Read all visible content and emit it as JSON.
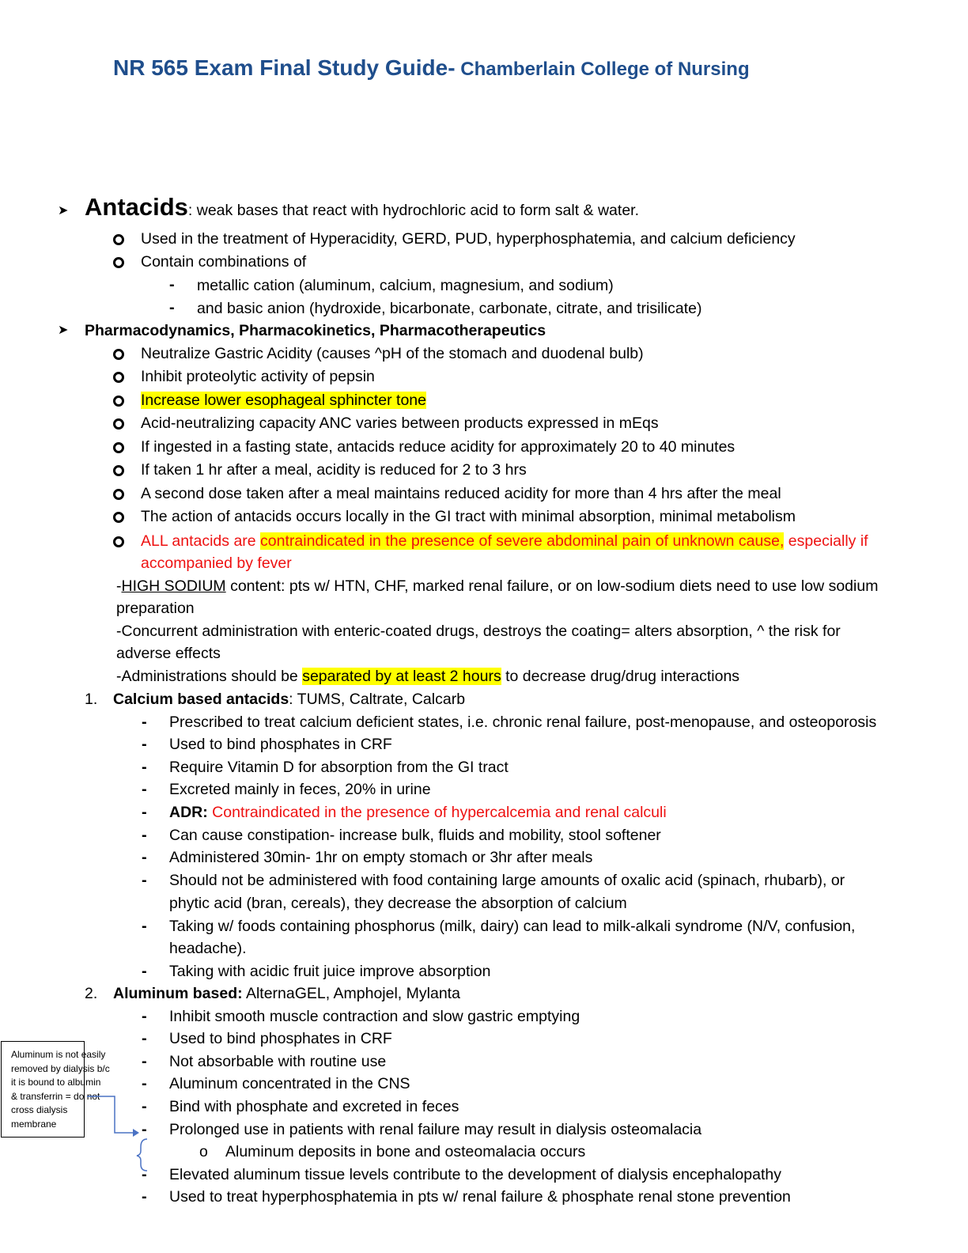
{
  "header": {
    "title_main": "NR 565 Exam Final Study Guide-",
    "title_sub": " Chamberlain College of Nursing"
  },
  "antacids": {
    "heading": "Antacids",
    "definition": ": weak bases that react with hydrochloric acid to form salt & water.",
    "points": [
      "Used in the treatment of Hyperacidity, GERD, PUD, hyperphosphatemia, and calcium deficiency",
      "Contain combinations of"
    ],
    "subpoints": [
      "metallic cation (aluminum, calcium, magnesium, and sodium)",
      "and basic anion (hydroxide, bicarbonate, carbonate, citrate, and trisilicate)"
    ]
  },
  "pharm": {
    "heading": "Pharmacodynamics, Pharmacokinetics, Pharmacotherapeutics",
    "points": [
      "Neutralize Gastric Acidity (causes ^pH of the stomach and duodenal bulb)",
      "Inhibit proteolytic activity of pepsin",
      "Increase lower esophageal sphincter tone",
      "Acid-neutralizing capacity ANC varies between products expressed in mEqs",
      "If ingested in a fasting state, antacids reduce acidity for approximately 20 to 40 minutes",
      "If taken 1 hr after a meal, acidity is reduced for 2 to 3 hrs",
      "A second dose taken after a meal maintains reduced acidity for more than 4 hrs after the meal",
      "The action of antacids occurs locally in the GI tract with minimal absorption, minimal metabolism"
    ],
    "warning_a": "ALL antacids are ",
    "warning_b": "contraindicated in the presence of severe abdominal pain of unknown cause,",
    "warning_c": " especially if",
    "warning_d": "accompanied by fever",
    "sodium_dash": "-",
    "sodium_ul": "HIGH SODIUM",
    "sodium_rest": " content: pts w/ HTN, CHF, marked renal failure, or on low-sodium diets need to use low sodium",
    "sodium_rest2": "preparation",
    "enteric_1": "-Concurrent administration with enteric-coated drugs, destroys the coating= alters absorption, ^ the risk for",
    "enteric_2": "adverse effects",
    "admin_a": "-Administrations should be ",
    "admin_b": "separated by at least 2 hours",
    "admin_c": " to decrease drug/drug interactions"
  },
  "calcium": {
    "number": "1.",
    "heading": "Calcium based antacids",
    "brands": ": TUMS, Caltrate, Calcarb",
    "items": [
      "Prescribed to treat calcium deficient states, i.e. chronic renal failure, post-menopause, and osteoporosis",
      "Used to bind phosphates in CRF",
      "Require Vitamin D for absorption from the GI tract",
      "Excreted mainly in feces, 20% in urine"
    ],
    "adr_label": "ADR:",
    "adr_text": " Contraindicated in the presence of hypercalcemia and renal calculi",
    "items2": [
      "Can cause constipation- increase bulk, fluids and mobility, stool softener",
      "Administered 30min- 1hr on empty stomach or 3hr after meals",
      "Should not be administered with food containing large amounts of oxalic acid (spinach, rhubarb), or",
      "phytic acid (bran, cereals), they decrease the absorption of calcium",
      "Taking w/ foods containing phosphorus (milk, dairy) can lead to milk-alkali syndrome (N/V, confusion,",
      "headache).",
      "Taking with acidic fruit juice improve absorption"
    ]
  },
  "aluminum": {
    "number": "2.",
    "heading": "Aluminum based:",
    "brands": " AlternaGEL, Amphojel, Mylanta",
    "items": [
      "Inhibit smooth muscle contraction and slow gastric emptying",
      "Used to bind phosphates in CRF",
      "Not absorbable with routine use",
      "Aluminum concentrated in the CNS",
      "Bind with phosphate and excreted in feces",
      "Prolonged use in patients with renal failure may result in dialysis osteomalacia"
    ],
    "sub_bullet": "o",
    "sub_item": "Aluminum deposits in bone and osteomalacia occurs",
    "items2": [
      "Elevated aluminum tissue levels contribute to the development of dialysis encephalopathy",
      "Used to treat hyperphosphatemia in pts w/ renal failure & phosphate renal stone prevention"
    ]
  },
  "margin_note": {
    "lines": [
      "Aluminum is not easily",
      "removed by dialysis b/c",
      "it is bound to albumin",
      "& transferrin = do not",
      "cross dialysis",
      "membrane"
    ],
    "connector_color": "#4a72c4"
  },
  "colors": {
    "title": "#1f4e8c",
    "highlight": "#ffff00",
    "warning": "#ee1111"
  }
}
